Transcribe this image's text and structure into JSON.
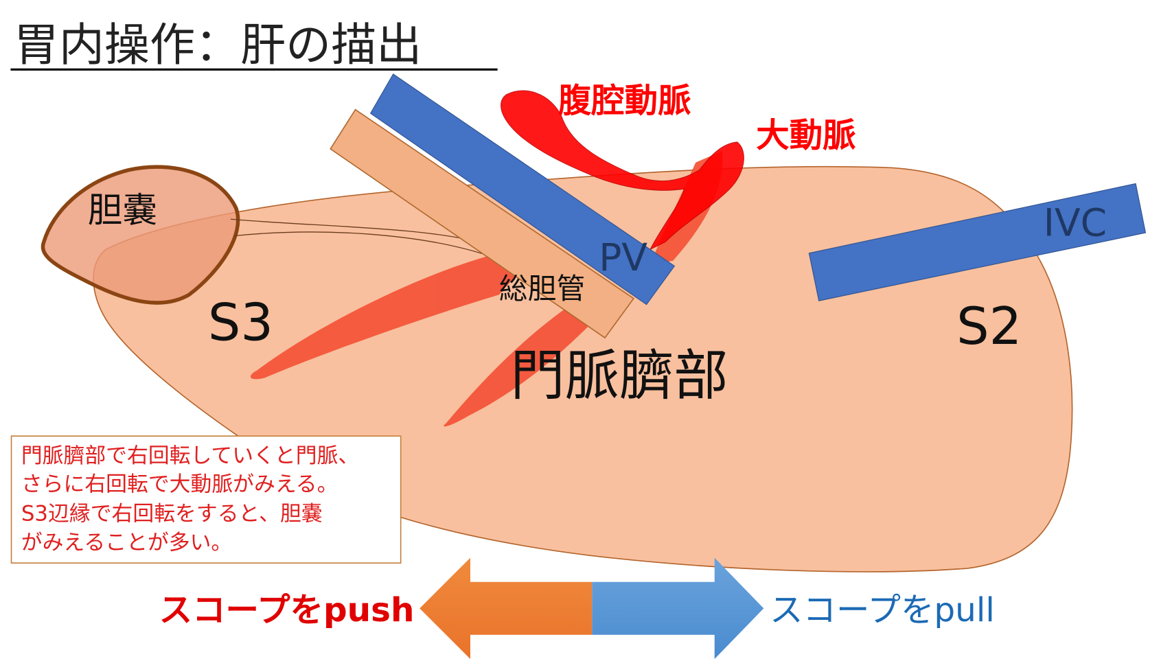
{
  "title": "胃内操作：肝の描出",
  "labels": {
    "celiac_artery": "腹腔動脈",
    "aorta": "大動脈",
    "gallbladder": "胆嚢",
    "pv": "PV",
    "ivc": "IVC",
    "common_bile_duct": "総胆管",
    "s3": "S3",
    "s2": "S2",
    "umbilical_portion": "門脈臍部"
  },
  "note_lines": [
    "門脈臍部で右回転していくと門脈、",
    "さらに右回転で大動脈がみえる。",
    "S3辺縁で右回転をすると、胆嚢",
    "がみえることが多い。"
  ],
  "arrows": {
    "push_label": "スコープをpush",
    "pull_label": "スコープをpull"
  },
  "colors": {
    "liver": "#f8c09e",
    "artery": "#ff0000",
    "portal": "#f4553a",
    "vein": "#4472c4",
    "bile_duct": "#f3b084",
    "push": "#ed7d31",
    "pull": "#5b9bd5"
  }
}
